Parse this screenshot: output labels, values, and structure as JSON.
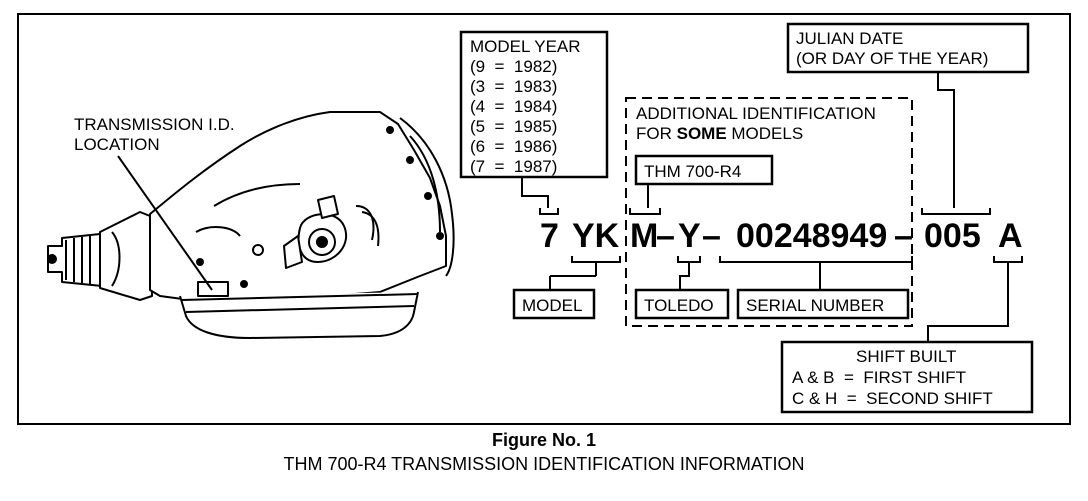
{
  "labels": {
    "transmission_id_line1": "TRANSMISSION I.D.",
    "transmission_id_line2": "LOCATION",
    "model_year_lines": [
      "MODEL YEAR",
      "(9  =  1982)",
      "(3  =  1983)",
      "(4  =  1984)",
      "(5  =  1985)",
      "(6  =  1986)",
      "(7  =  1987)"
    ],
    "julian_line1": "JULIAN DATE",
    "julian_line2": "(OR DAY OF THE YEAR)",
    "additional_line1": "ADDITIONAL IDENTIFICATION",
    "additional_line2_prefix": "FOR ",
    "additional_line2_bold": "SOME",
    "additional_line2_suffix": " MODELS",
    "thm_box": "THM 700-R4",
    "model_box": "MODEL",
    "toledo_box": "TOLEDO",
    "serial_box": "SERIAL NUMBER",
    "shift_lines": [
      "SHIFT BUILT",
      "A & B  =  FIRST SHIFT",
      "C & H  =  SECOND SHIFT"
    ]
  },
  "code": {
    "year": "7",
    "model": "YK",
    "model_suffix": "M",
    "dash1": "–",
    "plant": "Y",
    "dash2": "–",
    "serial": "00248949",
    "dash3": "–",
    "julian": "005",
    "shift": "A"
  },
  "caption": {
    "title": "Figure No. 1",
    "subtitle": "THM 700-R4 TRANSMISSION IDENTIFICATION INFORMATION"
  }
}
